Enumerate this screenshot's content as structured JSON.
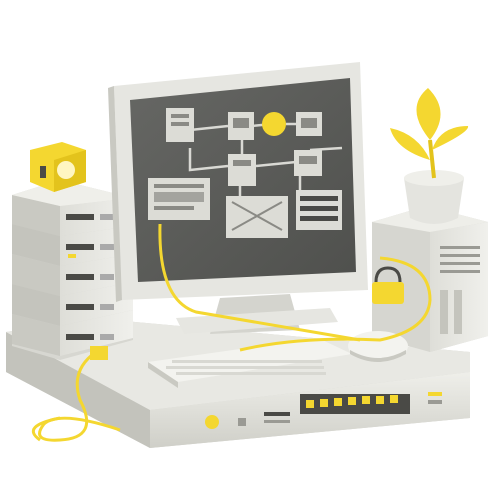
{
  "scene": {
    "description_labels": [],
    "palette": {
      "background": "#ffffff",
      "body_light": "#e7e7e2",
      "body_mid": "#d3d3cd",
      "body_dark": "#b9b9b2",
      "screen_bg": "#5a5b58",
      "accent_yellow": "#f4d730",
      "ink_dark": "#4a4a46"
    },
    "elements": {
      "monitor": "monitor",
      "diagram_on_screen": "network-diagram",
      "server_rack": "server-rack",
      "lock": "padlock-icon",
      "plant": "plant-icon",
      "tower": "desktop-tower",
      "keyboard": "keyboard",
      "mouse": "mouse",
      "router": "network-switch",
      "cable": "ethernet-cable"
    }
  }
}
